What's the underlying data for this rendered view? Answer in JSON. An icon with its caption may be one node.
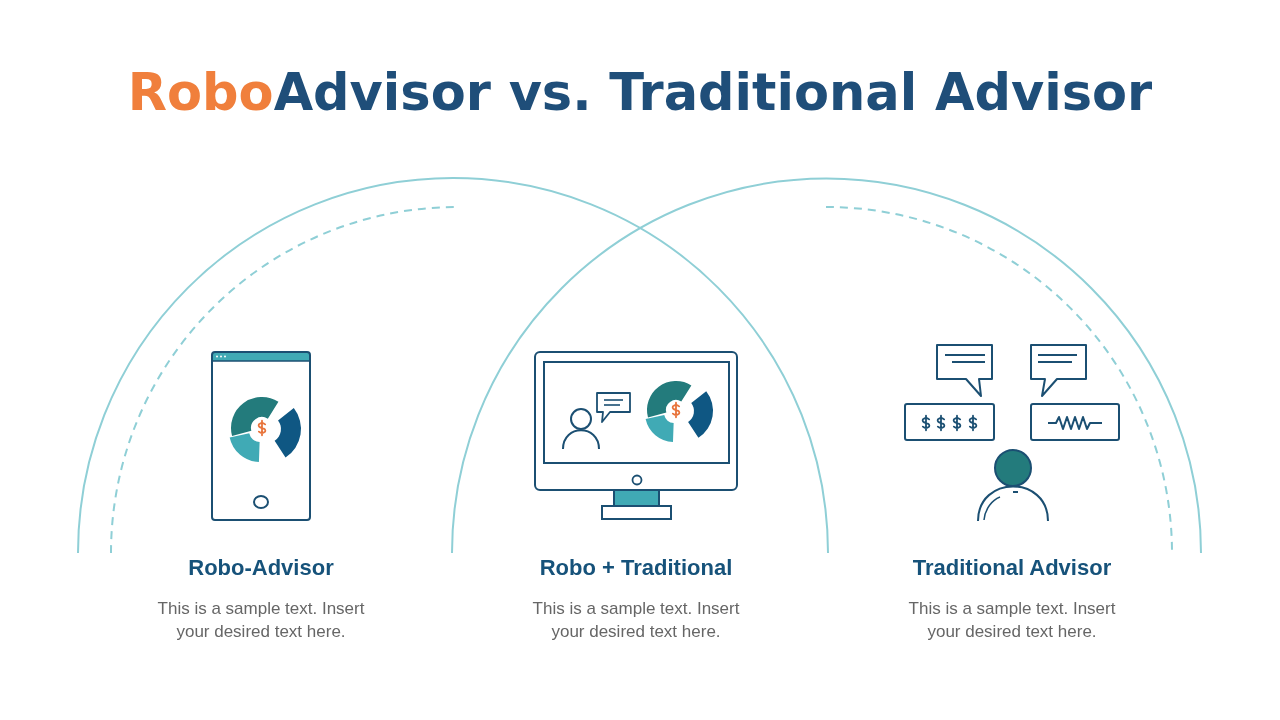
{
  "diagram": {
    "title": "**Robo**Advisor vs. Traditional Advisor",
    "labels": [
      "Robo-Advisor",
      "This is a sample text. Insert your desired text here.",
      "Robo + Traditional",
      "This is a sample text. Insert your desired text here.",
      "Traditional Advisor",
      "This is a sample text. Insert your desired text here."
    ]
  }
}
